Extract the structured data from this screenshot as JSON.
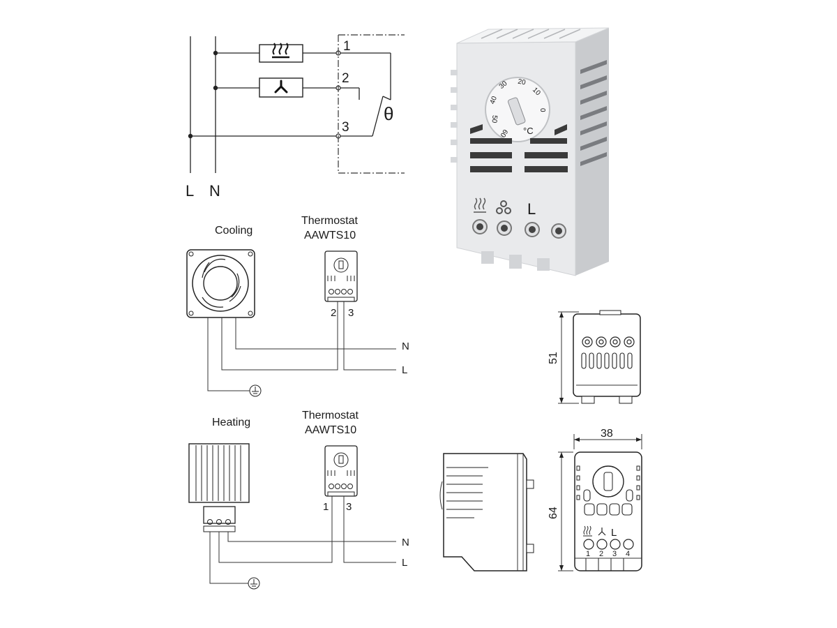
{
  "schematic": {
    "terminal_1": "1",
    "terminal_2": "2",
    "terminal_3": "3",
    "theta_symbol": "θ",
    "line_l": "L",
    "line_n": "N"
  },
  "cooling": {
    "title": "Cooling",
    "thermostat_line1": "Thermostat",
    "thermostat_line2": "AAWTS10",
    "terminal_a": "2",
    "terminal_b": "3",
    "wire_n": "N",
    "wire_l": "L"
  },
  "heating": {
    "title": "Heating",
    "thermostat_line1": "Thermostat",
    "thermostat_line2": "AAWTS10",
    "terminal_a": "1",
    "terminal_b": "3",
    "wire_n": "N",
    "wire_l": "L"
  },
  "product_photo": {
    "dial_numbers": [
      "60",
      "50",
      "40",
      "30",
      "20",
      "10",
      "0"
    ],
    "dial_unit": "°C",
    "terminal_label_l": "L"
  },
  "dimensions": {
    "depth": "51",
    "width": "38",
    "height": "64",
    "front_terminal_numbers": [
      "1",
      "2",
      "3",
      "4"
    ],
    "front_terminal_label_l": "L"
  },
  "colors": {
    "line": "#222222",
    "housing": "#e9eaec",
    "housing_shadow": "#c9cbce",
    "slot": "#3a3a3a"
  }
}
